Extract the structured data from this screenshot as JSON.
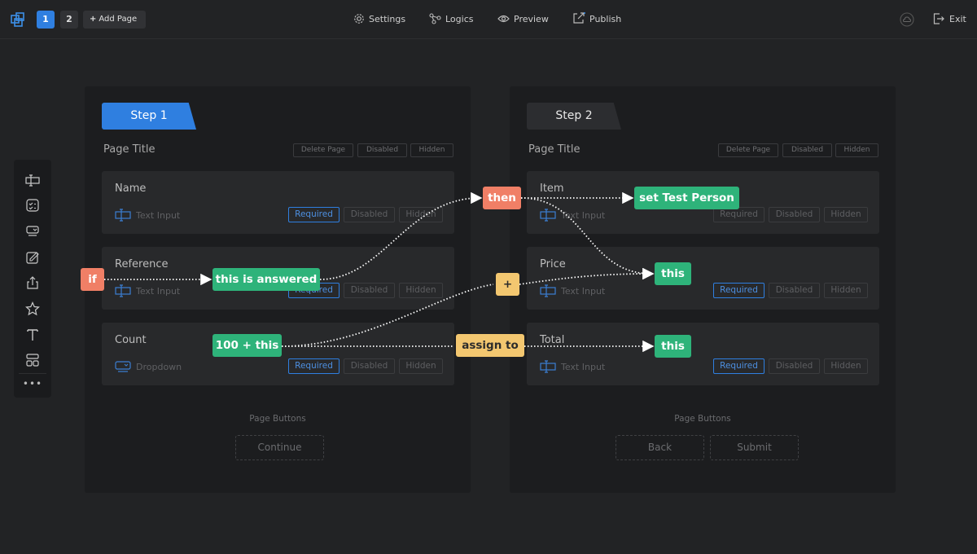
{
  "topbar": {
    "pages": [
      "1",
      "2"
    ],
    "add_page_label": "Add Page",
    "nav": {
      "settings": "Settings",
      "logics": "Logics",
      "preview": "Preview",
      "publish": "Publish"
    },
    "exit_label": "Exit"
  },
  "step1": {
    "tab_label": "Step 1",
    "page_title": "Page Title",
    "actions": {
      "delete": "Delete Page",
      "disabled": "Disabled",
      "hidden": "Hidden"
    },
    "fields": [
      {
        "label": "Name",
        "type": "Text Input",
        "required": "Required",
        "disabled": "Disabled",
        "hidden": "Hidden"
      },
      {
        "label": "Reference",
        "type": "Text Input",
        "required": "Required",
        "disabled": "Disabled",
        "hidden": "Hidden"
      },
      {
        "label": "Count",
        "type": "Dropdown",
        "required": "Required",
        "disabled": "Disabled",
        "hidden": "Hidden"
      }
    ],
    "page_buttons_label": "Page Buttons",
    "buttons": {
      "continue": "Continue"
    }
  },
  "step2": {
    "tab_label": "Step 2",
    "page_title": "Page Title",
    "actions": {
      "delete": "Delete Page",
      "disabled": "Disabled",
      "hidden": "Hidden"
    },
    "fields": [
      {
        "label": "Item",
        "type": "Text Input",
        "required": "Required",
        "disabled": "Disabled",
        "hidden": "Hidden"
      },
      {
        "label": "Price",
        "type": "Text Input",
        "required": "Required",
        "disabled": "Disabled",
        "hidden": "Hidden"
      },
      {
        "label": "Total",
        "type": "Text Input",
        "required": "Required",
        "disabled": "Disabled",
        "hidden": "Hidden"
      }
    ],
    "page_buttons_label": "Page Buttons",
    "buttons": {
      "back": "Back",
      "submit": "Submit"
    }
  },
  "toolbar": {
    "tools": [
      "text-input-icon",
      "checklist-icon",
      "dropdown-icon",
      "edit-icon",
      "upload-icon",
      "star-icon",
      "text-icon",
      "layout-icon"
    ],
    "more": "•••"
  },
  "logic": {
    "if": "if",
    "this_is_answered": "this is answered",
    "then": "then",
    "set_test_person": "set Test Person",
    "this_price": "this",
    "plus": "+",
    "hundred_plus_this": "100 + this",
    "assign_to": "assign to",
    "this_total": "this"
  },
  "colors": {
    "accent_blue": "#2f7fe0",
    "green": "#2eb37a",
    "orange": "#f07f66",
    "yellow": "#f3c770",
    "background": "#222325",
    "panel": "#1c1d1f",
    "card": "#28292b"
  }
}
